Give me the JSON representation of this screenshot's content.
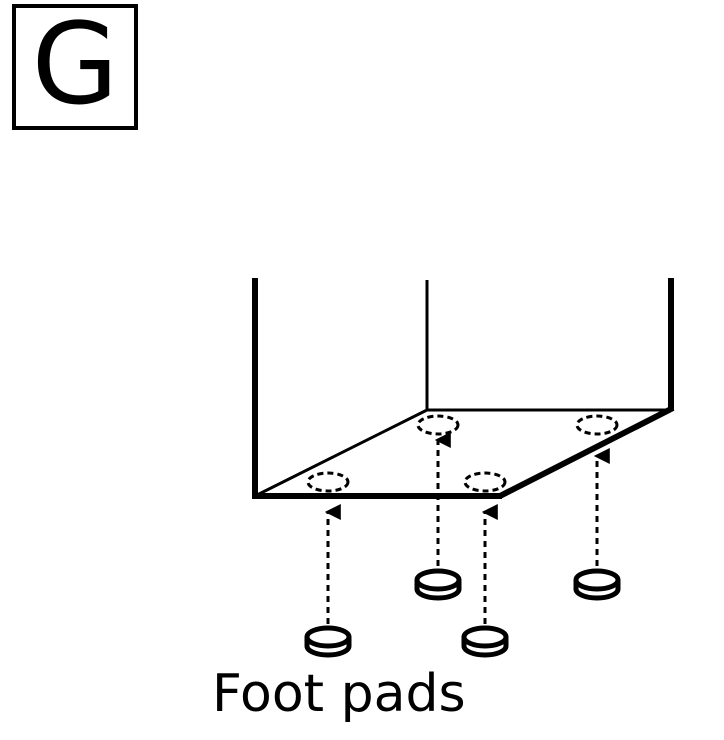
{
  "step_label": "G",
  "caption": "Foot pads",
  "colors": {
    "ink": "#000000",
    "background": "#ffffff"
  },
  "icons": {
    "foot_pad": "foot-pad-icon",
    "arrow": "dashed-up-arrow-icon"
  },
  "foot_pad_count": 4
}
